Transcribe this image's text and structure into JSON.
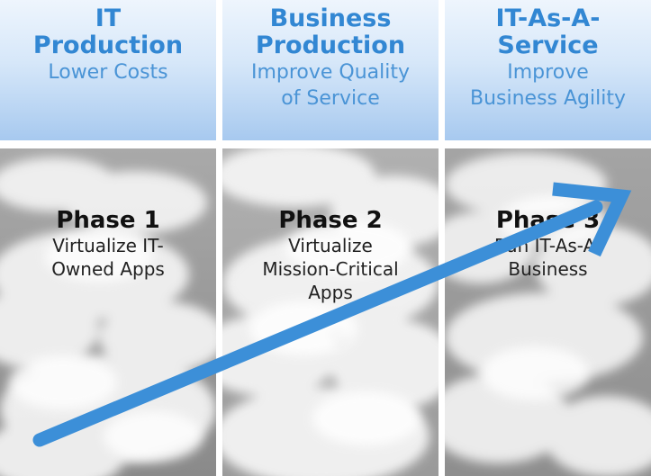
{
  "columns": [
    {
      "header_title": "IT\nProduction",
      "header_subtitle": "Lower Costs",
      "phase_title": "Phase 1",
      "phase_desc": "Virtualize IT-\nOwned Apps"
    },
    {
      "header_title": "Business\nProduction",
      "header_subtitle": "Improve Quality\nof Service",
      "phase_title": "Phase 2",
      "phase_desc": "Virtualize\nMission-Critical\nApps"
    },
    {
      "header_title": "IT-As-A-\nService",
      "header_subtitle": "Improve\nBusiness Agility",
      "phase_title": "Phase 3",
      "phase_desc": "Run IT-As-A-\nBusiness"
    }
  ],
  "colors": {
    "accent": "#3287d3",
    "arrow": "#3c8fd8",
    "header_gradient_top": "#eef5fd",
    "header_gradient_bottom": "#a7c9ef",
    "sky_gray": "#9a9a9a"
  },
  "icons": [
    "progress-arrow-icon"
  ]
}
